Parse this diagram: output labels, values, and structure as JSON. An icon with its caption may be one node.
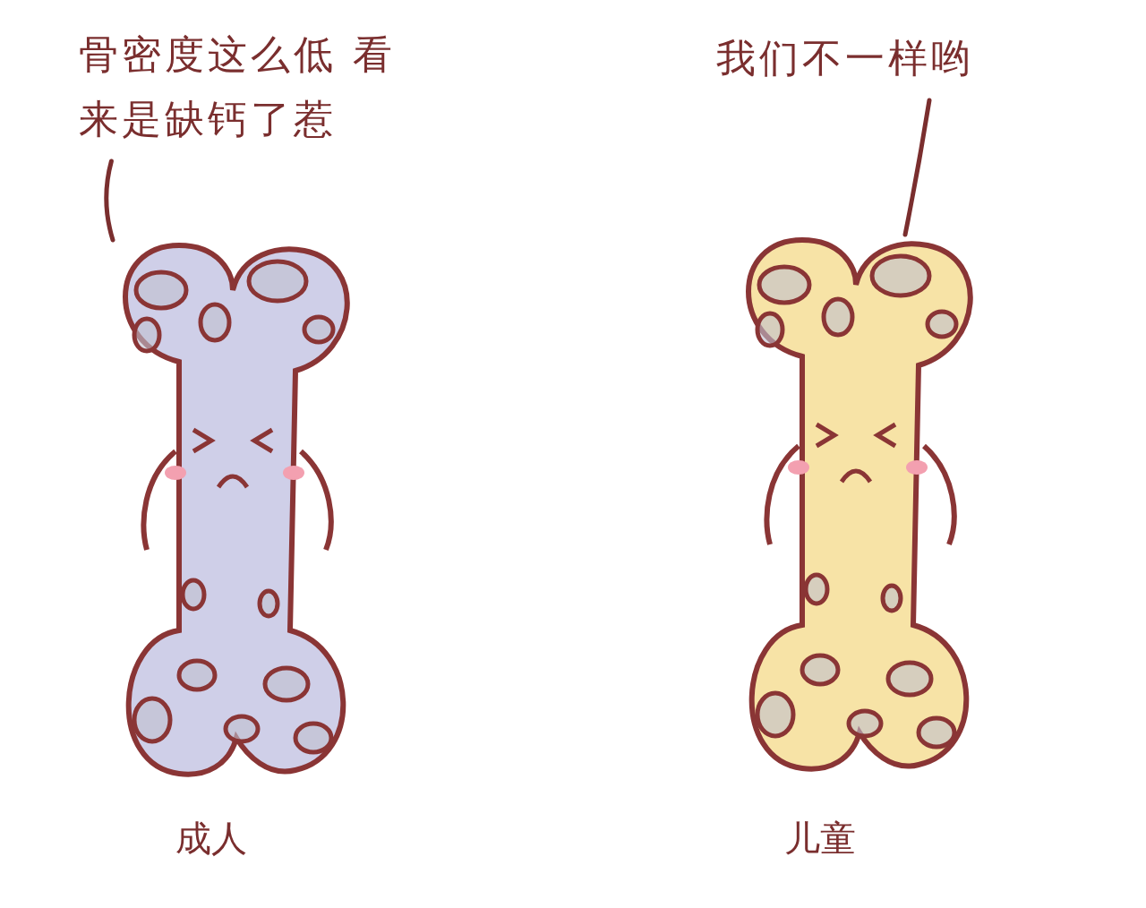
{
  "diagram": {
    "nodes": [
      {
        "text": [
          "骨密度这么低 看来是缺钙了惹"
        ]
      },
      {
        "text": [],
        "shape": "picture",
        "beside": [
          "成人"
        ]
      },
      {
        "text": [
          "我们不一样哟"
        ]
      },
      {
        "text": [],
        "shape": "picture",
        "beside": [
          "儿童"
        ]
      }
    ],
    "edges": [
      {
        "from": 0,
        "to": 1,
        "arrow": "none"
      },
      {
        "from": 2,
        "to": 3,
        "arrow": "none"
      }
    ]
  }
}
